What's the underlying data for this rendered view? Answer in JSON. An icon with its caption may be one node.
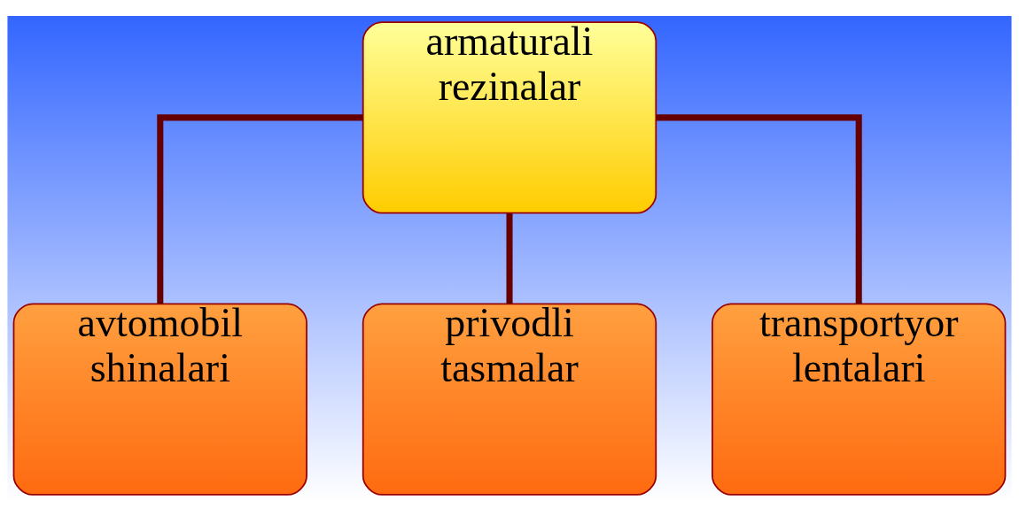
{
  "diagram": {
    "nodes": [
      {
        "text": [
          "armaturali rezinalar"
        ]
      },
      {
        "text": [
          "avtomobil shinalari"
        ]
      },
      {
        "text": [
          "privodli tasmalar"
        ]
      },
      {
        "text": [
          "transportyor lentalari"
        ]
      }
    ],
    "edges": [
      {
        "from": 0,
        "to": 1,
        "arrow": "none"
      },
      {
        "from": 0,
        "to": 2,
        "arrow": "none"
      },
      {
        "from": 0,
        "to": 3,
        "arrow": "none"
      }
    ]
  }
}
